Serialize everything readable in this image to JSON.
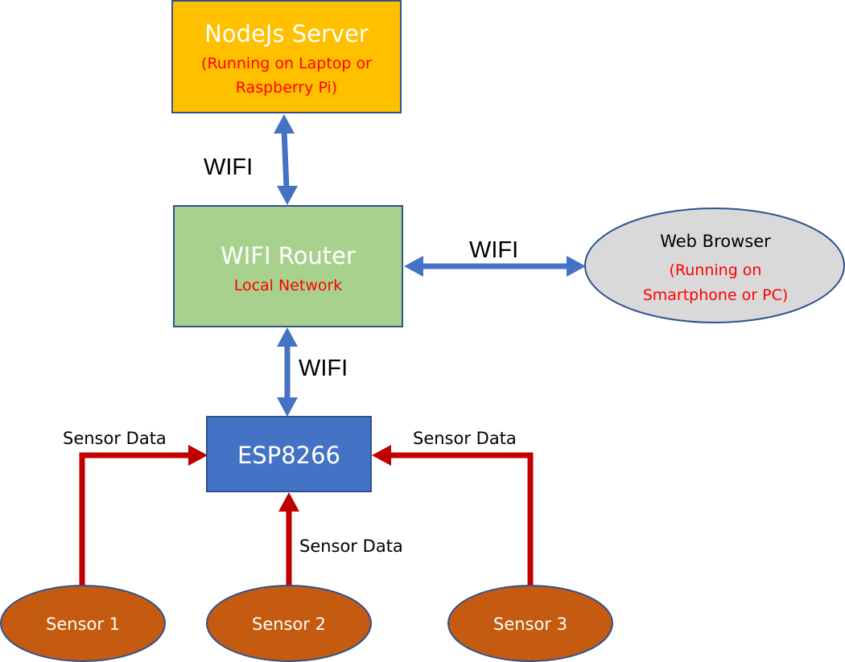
{
  "nodes": {
    "nodejs_server": {
      "title": "NodeJs Server",
      "subtitle_line1": "(Running on Laptop or",
      "subtitle_line2": "Raspberry Pi)"
    },
    "wifi_router": {
      "title": "WIFI Router",
      "subtitle": "Local Network"
    },
    "web_browser": {
      "title": "Web Browser",
      "subtitle_line1": "(Running on",
      "subtitle_line2": "Smartphone or PC)"
    },
    "esp8266": {
      "title": "ESP8266"
    },
    "sensors": [
      {
        "label": "Sensor 1"
      },
      {
        "label": "Sensor 2"
      },
      {
        "label": "Sensor 3"
      }
    ]
  },
  "edges": {
    "server_router": "WIFI",
    "router_browser": "WIFI",
    "router_esp": "WIFI",
    "sensor1_esp": "Sensor Data",
    "sensor2_esp": "Sensor Data",
    "sensor3_esp": "Sensor Data"
  },
  "colors": {
    "server_fill": "#FFC000",
    "router_fill": "#A9D18E",
    "browser_fill": "#D9D9D9",
    "esp_fill": "#4472C4",
    "sensor_fill": "#C55A11",
    "wifi_arrow": "#4472C4",
    "data_arrow": "#C00000",
    "border": "#2F528F"
  }
}
